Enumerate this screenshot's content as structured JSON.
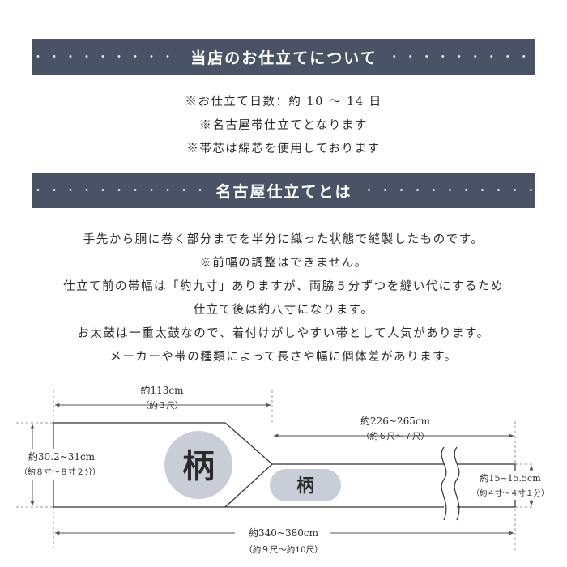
{
  "section1": {
    "dots_left": "・・・・・・・・・・・",
    "title": "当店のお仕立てについて",
    "dots_right": "・・・・・・・・・・・",
    "lines": [
      "※お仕立て日数：約 10 ～ 14 日",
      "※名古屋帯仕立てとなります",
      "※帯芯は綿芯を使用しております"
    ]
  },
  "section2": {
    "dots_left": "・・・・・・・・・・・",
    "title": "名古屋仕立てとは",
    "dots_right": "・・・・・・・・・・・",
    "lines": [
      "手先から胴に巻く部分までを半分に織った状態で縫製したものです。",
      "※前幅の調整はできません。",
      "仕立て前の帯幅は「約九寸」ありますが、両脇５分ずつを縫い代にするため",
      "仕立て後は約八寸になります。",
      "お太鼓は一重太鼓なので、着付けがしやすい帯として人気があります。",
      "メーカーや帯の種類によって長さや幅に個体差があります。"
    ]
  },
  "diagram": {
    "pattern_large": "柄",
    "pattern_small": "柄",
    "dim_top_left": {
      "main": "約113cm",
      "sub": "（約３尺）"
    },
    "dim_top_right": {
      "main": "約226~265cm",
      "sub": "（約６尺～７尺）"
    },
    "dim_left": {
      "main": "約30.2~31cm",
      "sub": "（約８寸～８寸２分）"
    },
    "dim_right": {
      "main": "約15~15.5cm",
      "sub": "（約４寸～４寸１分）"
    },
    "dim_bottom": {
      "main": "約340~380cm",
      "sub": "（約９尺～約10尺）"
    },
    "colors": {
      "banner": "#4a5366",
      "circle": "#c9cdd8",
      "text": "#2b2b2b"
    }
  }
}
